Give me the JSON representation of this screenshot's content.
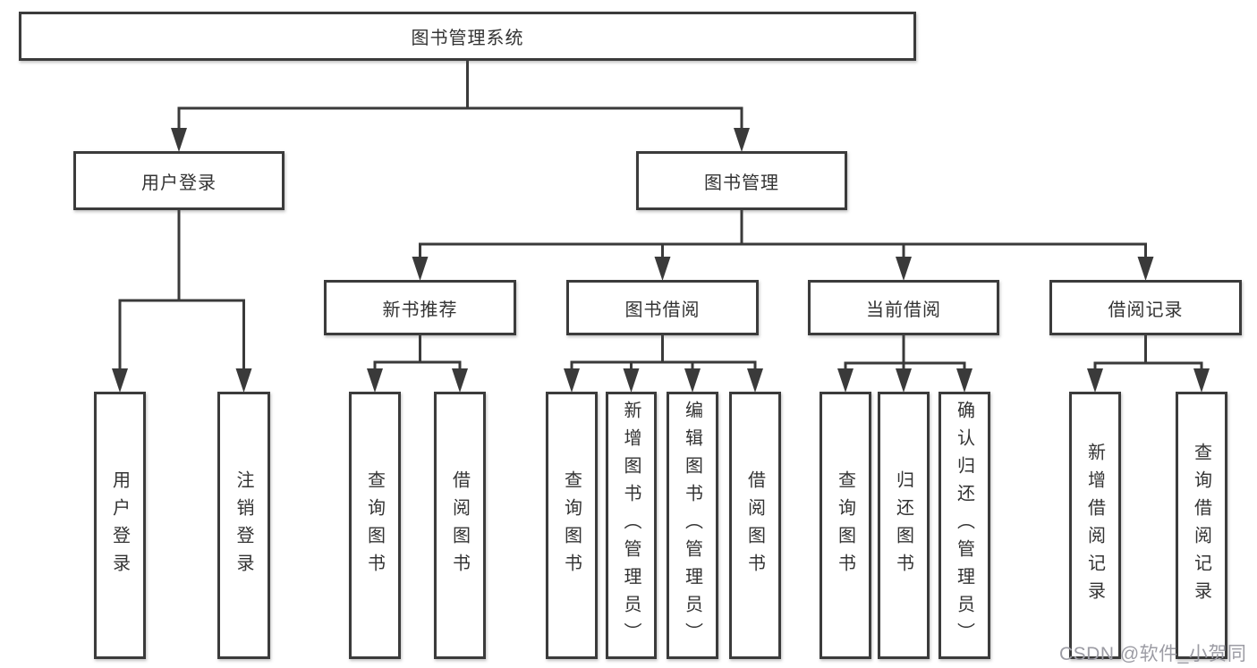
{
  "tree": {
    "id": "root",
    "label": "图书管理系统",
    "children": [
      {
        "id": "user-login",
        "label": "用户登录",
        "children": [
          {
            "id": "login",
            "label": "用户登录"
          },
          {
            "id": "logout",
            "label": "注销登录"
          }
        ]
      },
      {
        "id": "book-mgmt",
        "label": "图书管理",
        "children": [
          {
            "id": "new-book-rec",
            "label": "新书推荐",
            "children": [
              {
                "id": "query-books-1",
                "label": "查询图书"
              },
              {
                "id": "borrow-books-1",
                "label": "借阅图书"
              }
            ]
          },
          {
            "id": "book-borrow",
            "label": "图书借阅",
            "children": [
              {
                "id": "query-books-2",
                "label": "查询图书"
              },
              {
                "id": "add-books",
                "label": "新增图书（管理员）"
              },
              {
                "id": "edit-books",
                "label": "编辑图书（管理员）"
              },
              {
                "id": "borrow-books-2",
                "label": "借阅图书"
              }
            ]
          },
          {
            "id": "current-borrow",
            "label": "当前借阅",
            "children": [
              {
                "id": "query-books-3",
                "label": "查询图书"
              },
              {
                "id": "return-books",
                "label": "归还图书"
              },
              {
                "id": "confirm-return",
                "label": "确认归还（管理员）"
              }
            ]
          },
          {
            "id": "borrow-records",
            "label": "借阅记录",
            "children": [
              {
                "id": "add-borrow-record",
                "label": "新增借阅记录"
              },
              {
                "id": "query-borrow-record",
                "label": "查询借阅记录"
              }
            ]
          }
        ]
      }
    ]
  },
  "watermark": "CSDN @软件_小贺同学",
  "colors": {
    "line": "#3a3a3a",
    "box_border": "#3b3b3b",
    "text": "#333333",
    "watermark": "#9c9ca4",
    "background": "#ffffff"
  }
}
